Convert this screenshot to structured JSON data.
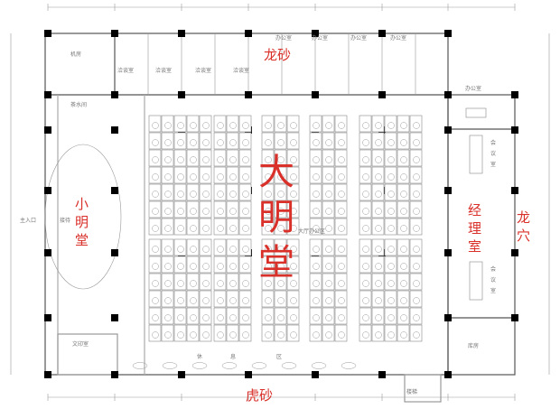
{
  "plan": {
    "labels": {
      "long_sha": "龙砂",
      "da_ming_tang": [
        "大",
        "明",
        "堂"
      ],
      "xiao_ming_tang": [
        "小",
        "明",
        "堂"
      ],
      "manager_room": [
        "经",
        "理",
        "室"
      ],
      "long_xue": [
        "龙",
        "穴"
      ],
      "hu_sha": "虎砂"
    },
    "rooms": {
      "machine_room": "机房",
      "negotiation_rooms": [
        "洽谈室",
        "洽谈室",
        "洽谈室",
        "洽谈室"
      ],
      "offices_top": [
        "办公室",
        "办公室",
        "办公室",
        "办公室"
      ],
      "office_right": "办公室",
      "tea_room": "茶水间",
      "print_room": "文印室",
      "main_entrance": "主入口",
      "reception": "接待",
      "meeting_rooms": [
        [
          "会",
          "议",
          "室"
        ],
        [
          "会",
          "议",
          "室"
        ]
      ],
      "open_office": "大厅办公区",
      "rest_area": [
        "休",
        "息",
        "区"
      ],
      "stairs": "楼梯",
      "storage": "库房"
    },
    "colors": {
      "feng_shui_label": "#d9302a",
      "column": "#000000",
      "wall": "#555555"
    }
  }
}
